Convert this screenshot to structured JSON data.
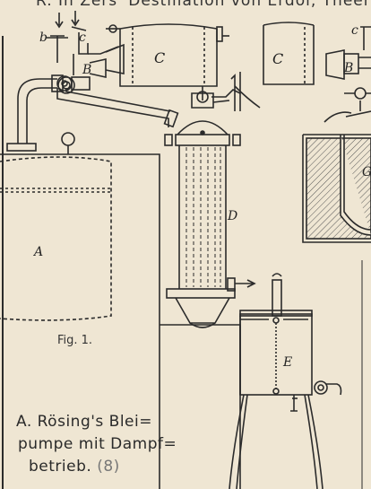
{
  "header": {
    "text": "R. In Zers' Destillation von Erdöl, Theer etc."
  },
  "labels": {
    "A": "A",
    "B": "B",
    "B2": "B",
    "C": "C",
    "C2": "C",
    "D": "D",
    "E": "E",
    "G": "G",
    "b": "b",
    "c": "c",
    "c2": "c"
  },
  "figure_label": "Fig. 1.",
  "caption": {
    "line1": "A. Rösing's Blei=",
    "line2": "pumpe mit Dampf=",
    "line3": "betrieb.",
    "plate_no": "(8)"
  },
  "colors": {
    "paper": "#efe6d3",
    "ink": "#2b2b2b",
    "shade": "#d9d0be"
  }
}
